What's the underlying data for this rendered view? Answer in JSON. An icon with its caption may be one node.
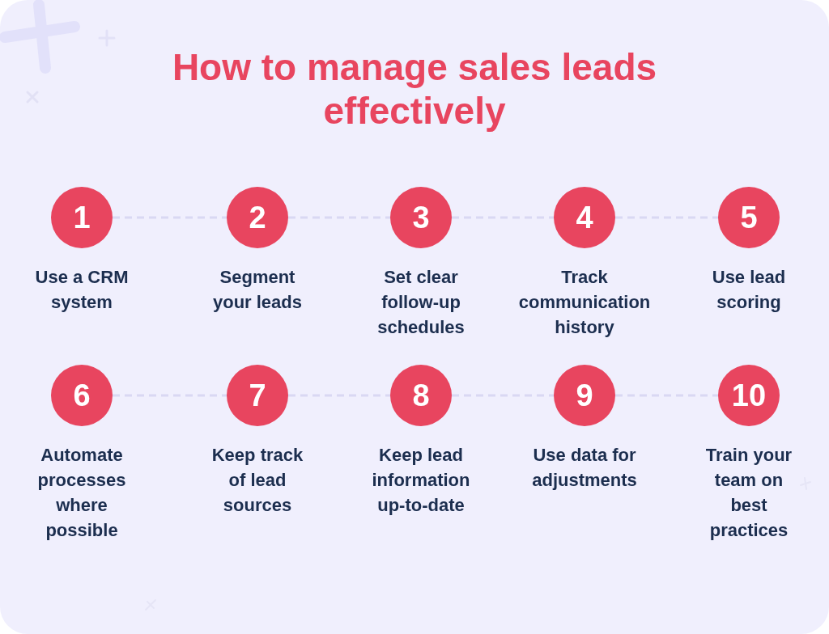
{
  "diagram": {
    "title": "How to manage sales leads effectively",
    "nodes": [
      {
        "text": [
          "1"
        ],
        "beside": [
          "Use a CRM system"
        ]
      },
      {
        "text": [
          "2"
        ],
        "beside": [
          "Segment your leads"
        ]
      },
      {
        "text": [
          "3"
        ],
        "beside": [
          "Set clear follow-up schedules"
        ]
      },
      {
        "text": [
          "4"
        ],
        "beside": [
          "Track communication history"
        ]
      },
      {
        "text": [
          "5"
        ],
        "beside": [
          "Use lead scoring"
        ]
      },
      {
        "text": [
          "6"
        ],
        "beside": [
          "Automate processes where possible"
        ]
      },
      {
        "text": [
          "7"
        ],
        "beside": [
          "Keep track of lead sources"
        ]
      },
      {
        "text": [
          "8"
        ],
        "beside": [
          "Keep lead information up-to-date"
        ]
      },
      {
        "text": [
          "9"
        ],
        "beside": [
          "Use data for adjustments"
        ]
      },
      {
        "text": [
          "10"
        ],
        "beside": [
          "Train your team on best practices"
        ]
      }
    ],
    "edges": [
      {
        "from": 0,
        "to": 1,
        "arrow": "none",
        "style": "dashed"
      },
      {
        "from": 1,
        "to": 2,
        "arrow": "none",
        "style": "dashed"
      },
      {
        "from": 2,
        "to": 3,
        "arrow": "none",
        "style": "dashed"
      },
      {
        "from": 3,
        "to": 4,
        "arrow": "none",
        "style": "dashed"
      },
      {
        "from": 5,
        "to": 6,
        "arrow": "none",
        "style": "dashed"
      },
      {
        "from": 6,
        "to": 7,
        "arrow": "none",
        "style": "dashed"
      },
      {
        "from": 7,
        "to": 8,
        "arrow": "none",
        "style": "dashed"
      },
      {
        "from": 8,
        "to": 9,
        "arrow": "none",
        "style": "dashed"
      }
    ]
  }
}
